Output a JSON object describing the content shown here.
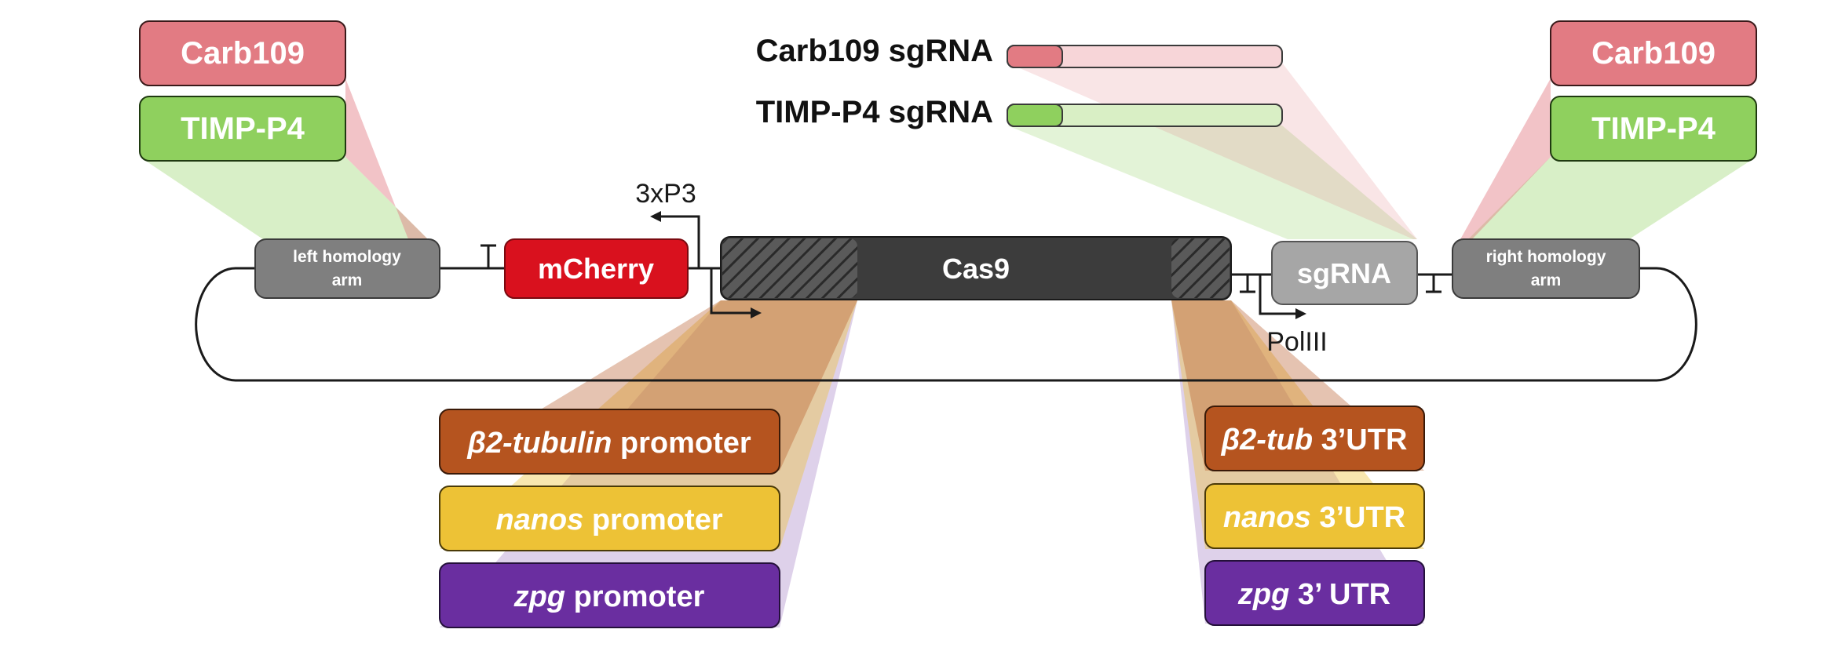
{
  "targets": {
    "carb109": "Carb109",
    "timp": "TIMP-P4"
  },
  "sgrna_legend": {
    "carb109_label": "Carb109 sgRNA",
    "timp_label": "TIMP-P4 sgRNA"
  },
  "construct": {
    "left_arm_line1": "left homology",
    "left_arm_line2": "arm",
    "mcherry": "mCherry",
    "promoter_3xp3": "3xP3",
    "cas9": "Cas9",
    "sgrna": "sgRNA",
    "polIII": "PolIII",
    "right_arm_line1": "right homology",
    "right_arm_line2": "arm"
  },
  "promoters": [
    {
      "gene": "β2-tubulin",
      "suffix": " promoter"
    },
    {
      "gene": "nanos",
      "suffix": " promoter"
    },
    {
      "gene": "zpg",
      "suffix": " promoter"
    }
  ],
  "utrs": [
    {
      "gene": "β2-tub",
      "suffix": " 3’UTR"
    },
    {
      "gene": "nanos",
      "suffix": " 3’UTR"
    },
    {
      "gene": "zpg",
      "suffix": " 3’ UTR"
    }
  ],
  "colors": {
    "carb109": "#e27b83",
    "carb109_light": "#f7d5d8",
    "timp": "#8fd05e",
    "timp_light": "#d9efc5",
    "arm_gray": "#7f7f7f",
    "sgrna_box": "#a6a6a6",
    "mcherry": "#d9111e",
    "cas9": "#3c3c3c",
    "b2tub": "#b5541f",
    "nanos": "#edc236",
    "zpg": "#6a2ea0"
  }
}
